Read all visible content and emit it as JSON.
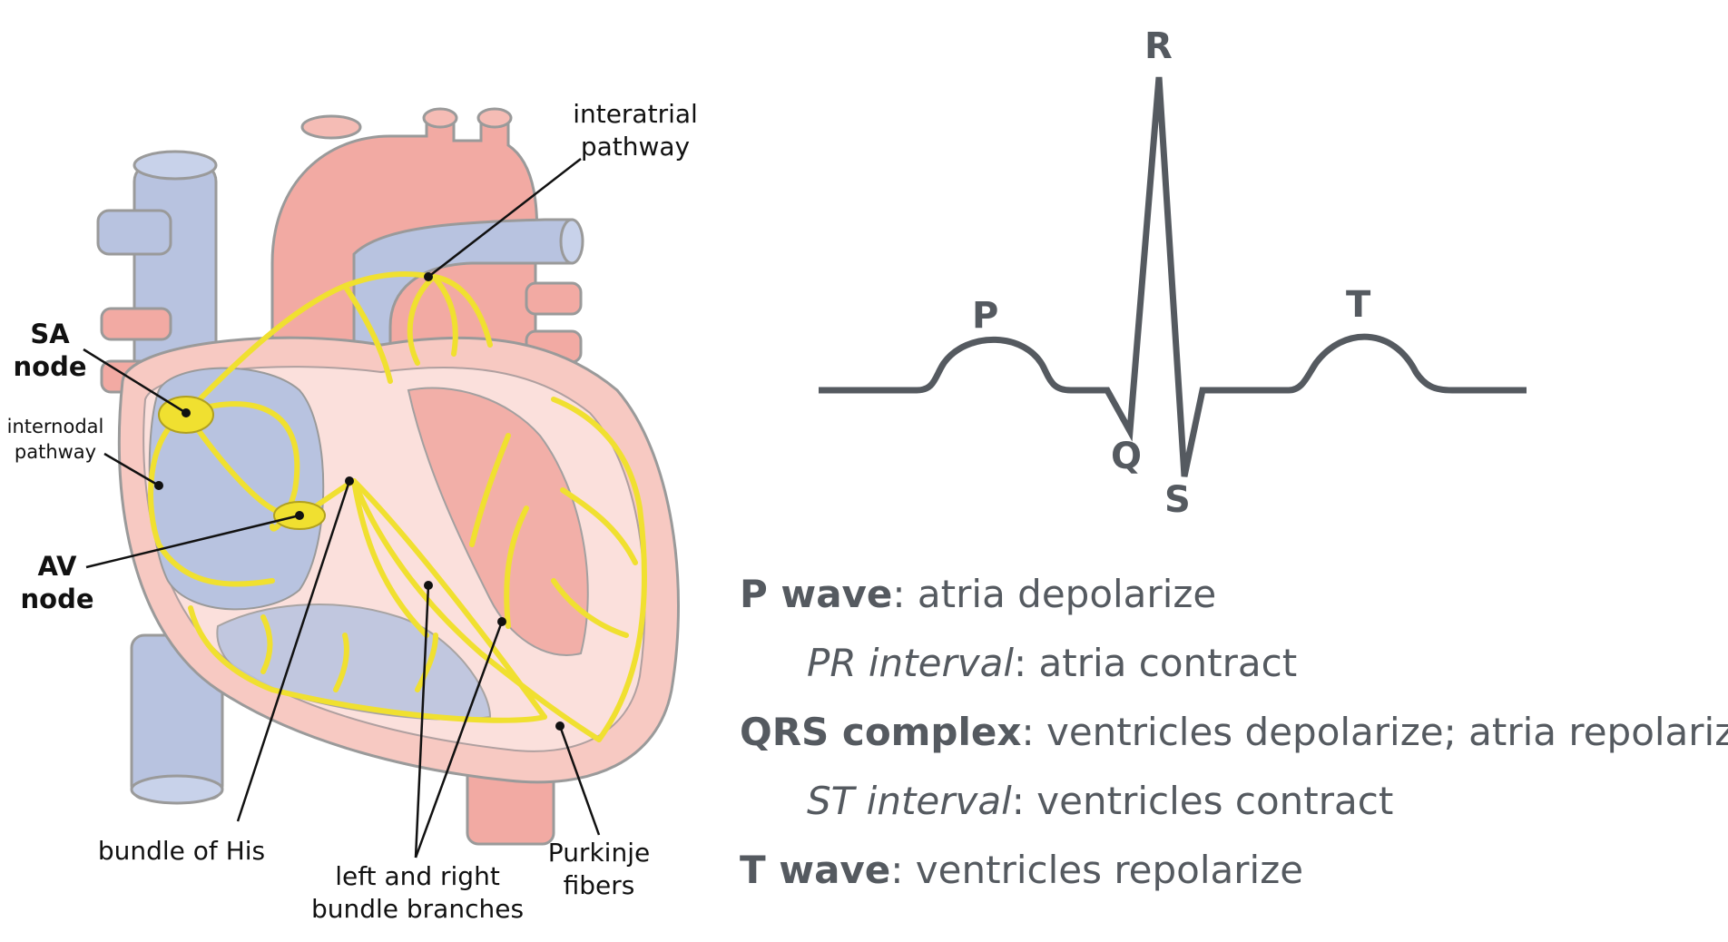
{
  "diagram": {
    "heart_labels": {
      "interatrial_pathway": [
        "interatrial",
        "pathway"
      ],
      "sa_node": [
        "SA",
        "node"
      ],
      "internodal_pathway": [
        "internodal",
        "pathway"
      ],
      "av_node": [
        "AV",
        "node"
      ],
      "bundle_of_his": "bundle of His",
      "bundle_branches": [
        "left and right",
        "bundle branches"
      ],
      "purkinje_fibers": [
        "Purkinje",
        "fibers"
      ]
    },
    "ecg_wave_labels": {
      "p": "P",
      "q": "Q",
      "r": "R",
      "s": "S",
      "t": "T"
    },
    "legend": [
      {
        "term": "P wave",
        "sep": ":",
        "desc": " atria depolarize",
        "style": "bold",
        "indent": false
      },
      {
        "term": "PR interval",
        "sep": ":",
        "desc": " atria contract",
        "style": "italic",
        "indent": true
      },
      {
        "term": "QRS complex",
        "sep": ":",
        "desc": " ventricles depolarize; atria repolarize",
        "style": "bold",
        "indent": false
      },
      {
        "term": "ST interval",
        "sep": ":",
        "desc": " ventricles contract",
        "style": "italic",
        "indent": true
      },
      {
        "term": "T wave",
        "sep": ":",
        "desc": " ventricles repolarize",
        "style": "bold",
        "indent": false
      }
    ],
    "colors": {
      "vein_blue": "#b8c3e0",
      "artery_red": "#f2aaa3",
      "heart_pink": "#f7c9c2",
      "conduction_yellow": "#f0e030",
      "ecg_gray": "#555a60",
      "outline_gray": "#9a9a9a"
    }
  }
}
